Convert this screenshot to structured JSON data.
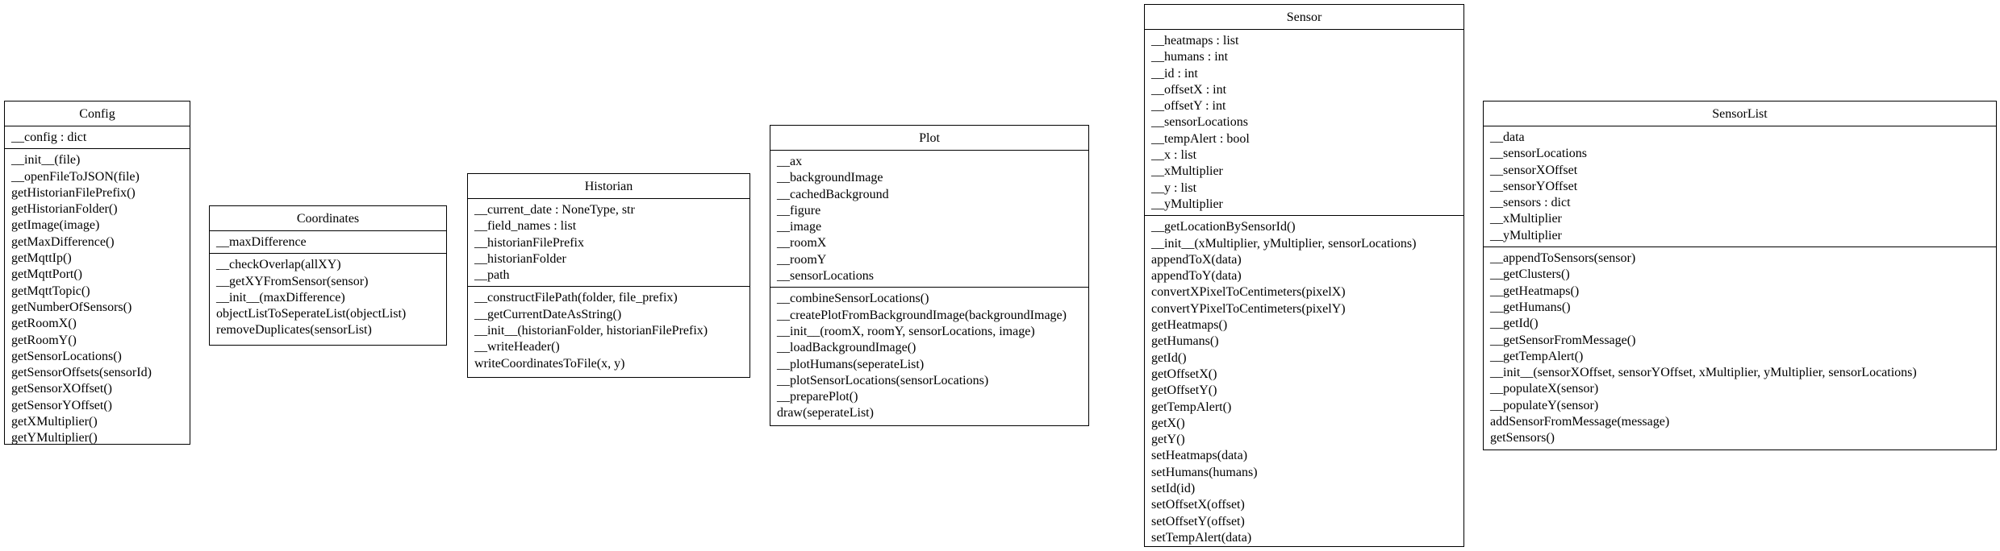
{
  "classes": {
    "config": {
      "name": "Config",
      "attributes": [
        "__config : dict"
      ],
      "methods": [
        "__init__(file)",
        "__openFileToJSON(file)",
        "getHistorianFilePrefix()",
        "getHistorianFolder()",
        "getImage(image)",
        "getMaxDifference()",
        "getMqttIp()",
        "getMqttPort()",
        "getMqttTopic()",
        "getNumberOfSensors()",
        "getRoomX()",
        "getRoomY()",
        "getSensorLocations()",
        "getSensorOffsets(sensorId)",
        "getSensorXOffset()",
        "getSensorYOffset()",
        "getXMultiplier()",
        "getYMultiplier()"
      ]
    },
    "coordinates": {
      "name": "Coordinates",
      "attributes": [
        "__maxDifference"
      ],
      "methods": [
        "__checkOverlap(allXY)",
        "__getXYFromSensor(sensor)",
        "__init__(maxDifference)",
        "objectListToSeperateList(objectList)",
        "removeDuplicates(sensorList)"
      ]
    },
    "historian": {
      "name": "Historian",
      "attributes": [
        "__current_date : NoneType, str",
        "__field_names : list",
        "__historianFilePrefix",
        "__historianFolder",
        "__path"
      ],
      "methods": [
        "__constructFilePath(folder, file_prefix)",
        "__getCurrentDateAsString()",
        "__init__(historianFolder, historianFilePrefix)",
        "__writeHeader()",
        "writeCoordinatesToFile(x, y)"
      ]
    },
    "plot": {
      "name": "Plot",
      "attributes": [
        "__ax",
        "__backgroundImage",
        "__cachedBackground",
        "__figure",
        "__image",
        "__roomX",
        "__roomY",
        "__sensorLocations"
      ],
      "methods": [
        "__combineSensorLocations()",
        "__createPlotFromBackgroundImage(backgroundImage)",
        "__init__(roomX, roomY, sensorLocations, image)",
        "__loadBackgroundImage()",
        "__plotHumans(seperateList)",
        "__plotSensorLocations(sensorLocations)",
        "__preparePlot()",
        "draw(seperateList)"
      ]
    },
    "sensor": {
      "name": "Sensor",
      "attributes": [
        "__heatmaps : list",
        "__humans : int",
        "__id : int",
        "__offsetX : int",
        "__offsetY : int",
        "__sensorLocations",
        "__tempAlert : bool",
        "__x : list",
        "__xMultiplier",
        "__y : list",
        "__yMultiplier"
      ],
      "methods": [
        "__getLocationBySensorId()",
        "__init__(xMultiplier, yMultiplier, sensorLocations)",
        "appendToX(data)",
        "appendToY(data)",
        "convertXPixelToCentimeters(pixelX)",
        "convertYPixelToCentimeters(pixelY)",
        "getHeatmaps()",
        "getHumans()",
        "getId()",
        "getOffsetX()",
        "getOffsetY()",
        "getTempAlert()",
        "getX()",
        "getY()",
        "setHeatmaps(data)",
        "setHumans(humans)",
        "setId(id)",
        "setOffsetX(offset)",
        "setOffsetY(offset)",
        "setTempAlert(data)"
      ]
    },
    "sensorlist": {
      "name": "SensorList",
      "attributes": [
        "__data",
        "__sensorLocations",
        "__sensorXOffset",
        "__sensorYOffset",
        "__sensors : dict",
        "__xMultiplier",
        "__yMultiplier"
      ],
      "methods": [
        "__appendToSensors(sensor)",
        "__getClusters()",
        "__getHeatmaps()",
        "__getHumans()",
        "__getId()",
        "__getSensorFromMessage()",
        "__getTempAlert()",
        "__init__(sensorXOffset, sensorYOffset, xMultiplier, yMultiplier, sensorLocations)",
        "__populateX(sensor)",
        "__populateY(sensor)",
        "addSensorFromMessage(message)",
        "getSensors()"
      ]
    }
  }
}
